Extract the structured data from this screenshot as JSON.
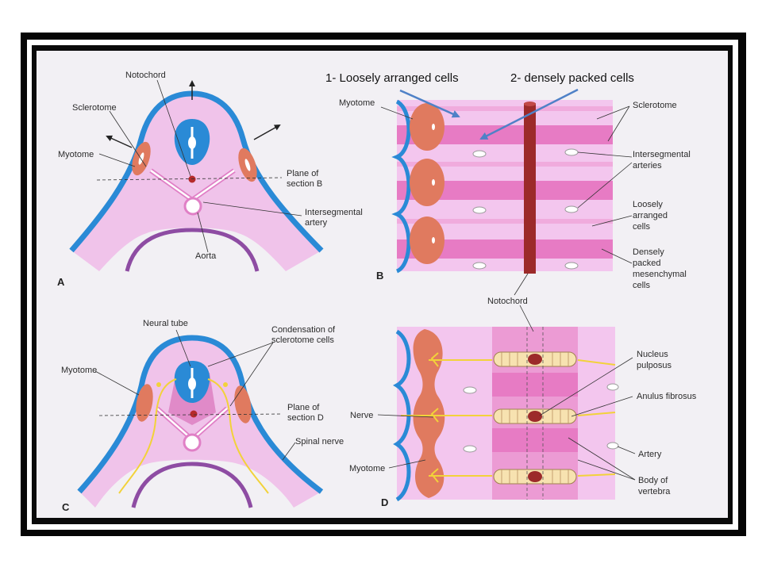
{
  "captions": {
    "loose": "1- Loosely arranged cells",
    "dense": "2- densely packed cells"
  },
  "panels": {
    "a": "A",
    "b": "B",
    "c": "C",
    "d": "D"
  },
  "panel_a": {
    "notochord": "Notochord",
    "sclerotome": "Sclerotome",
    "myotome": "Myotome",
    "plane_1": "Plane of",
    "plane_2": "section B",
    "interseg_1": "Intersegmental",
    "interseg_2": "artery",
    "aorta": "Aorta"
  },
  "panel_b": {
    "myotome": "Myotome",
    "sclerotome": "Sclerotome",
    "arteries_1": "Intersegmental",
    "arteries_2": "arteries",
    "loose_1": "Loosely",
    "loose_2": "arranged",
    "loose_3": "cells",
    "dense_1": "Densely",
    "dense_2": "packed",
    "dense_3": "mesenchymal",
    "dense_4": "cells",
    "notochord": "Notochord"
  },
  "panel_c": {
    "neural_tube": "Neural tube",
    "condensation_1": "Condensation of",
    "condensation_2": "sclerotome cells",
    "myotome": "Myotome",
    "plane_1": "Plane of",
    "plane_2": "section D",
    "spinal_nerve": "Spinal nerve"
  },
  "panel_d": {
    "nucleus_1": "Nucleus",
    "nucleus_2": "pulposus",
    "anulus": "Anulus fibrosus",
    "nerve": "Nerve",
    "myotome": "Myotome",
    "artery": "Artery",
    "body_1": "Body of",
    "body_2": "vertebra"
  },
  "colors": {
    "skin": "#2a8ad6",
    "mesenchyme": "#f2c4ec",
    "dense_band": "#e77bc4",
    "myotome": "#e07a5f",
    "notochord": "#9c2a2a",
    "nerve": "#f2d23a",
    "arrow": "#4f81c7"
  }
}
